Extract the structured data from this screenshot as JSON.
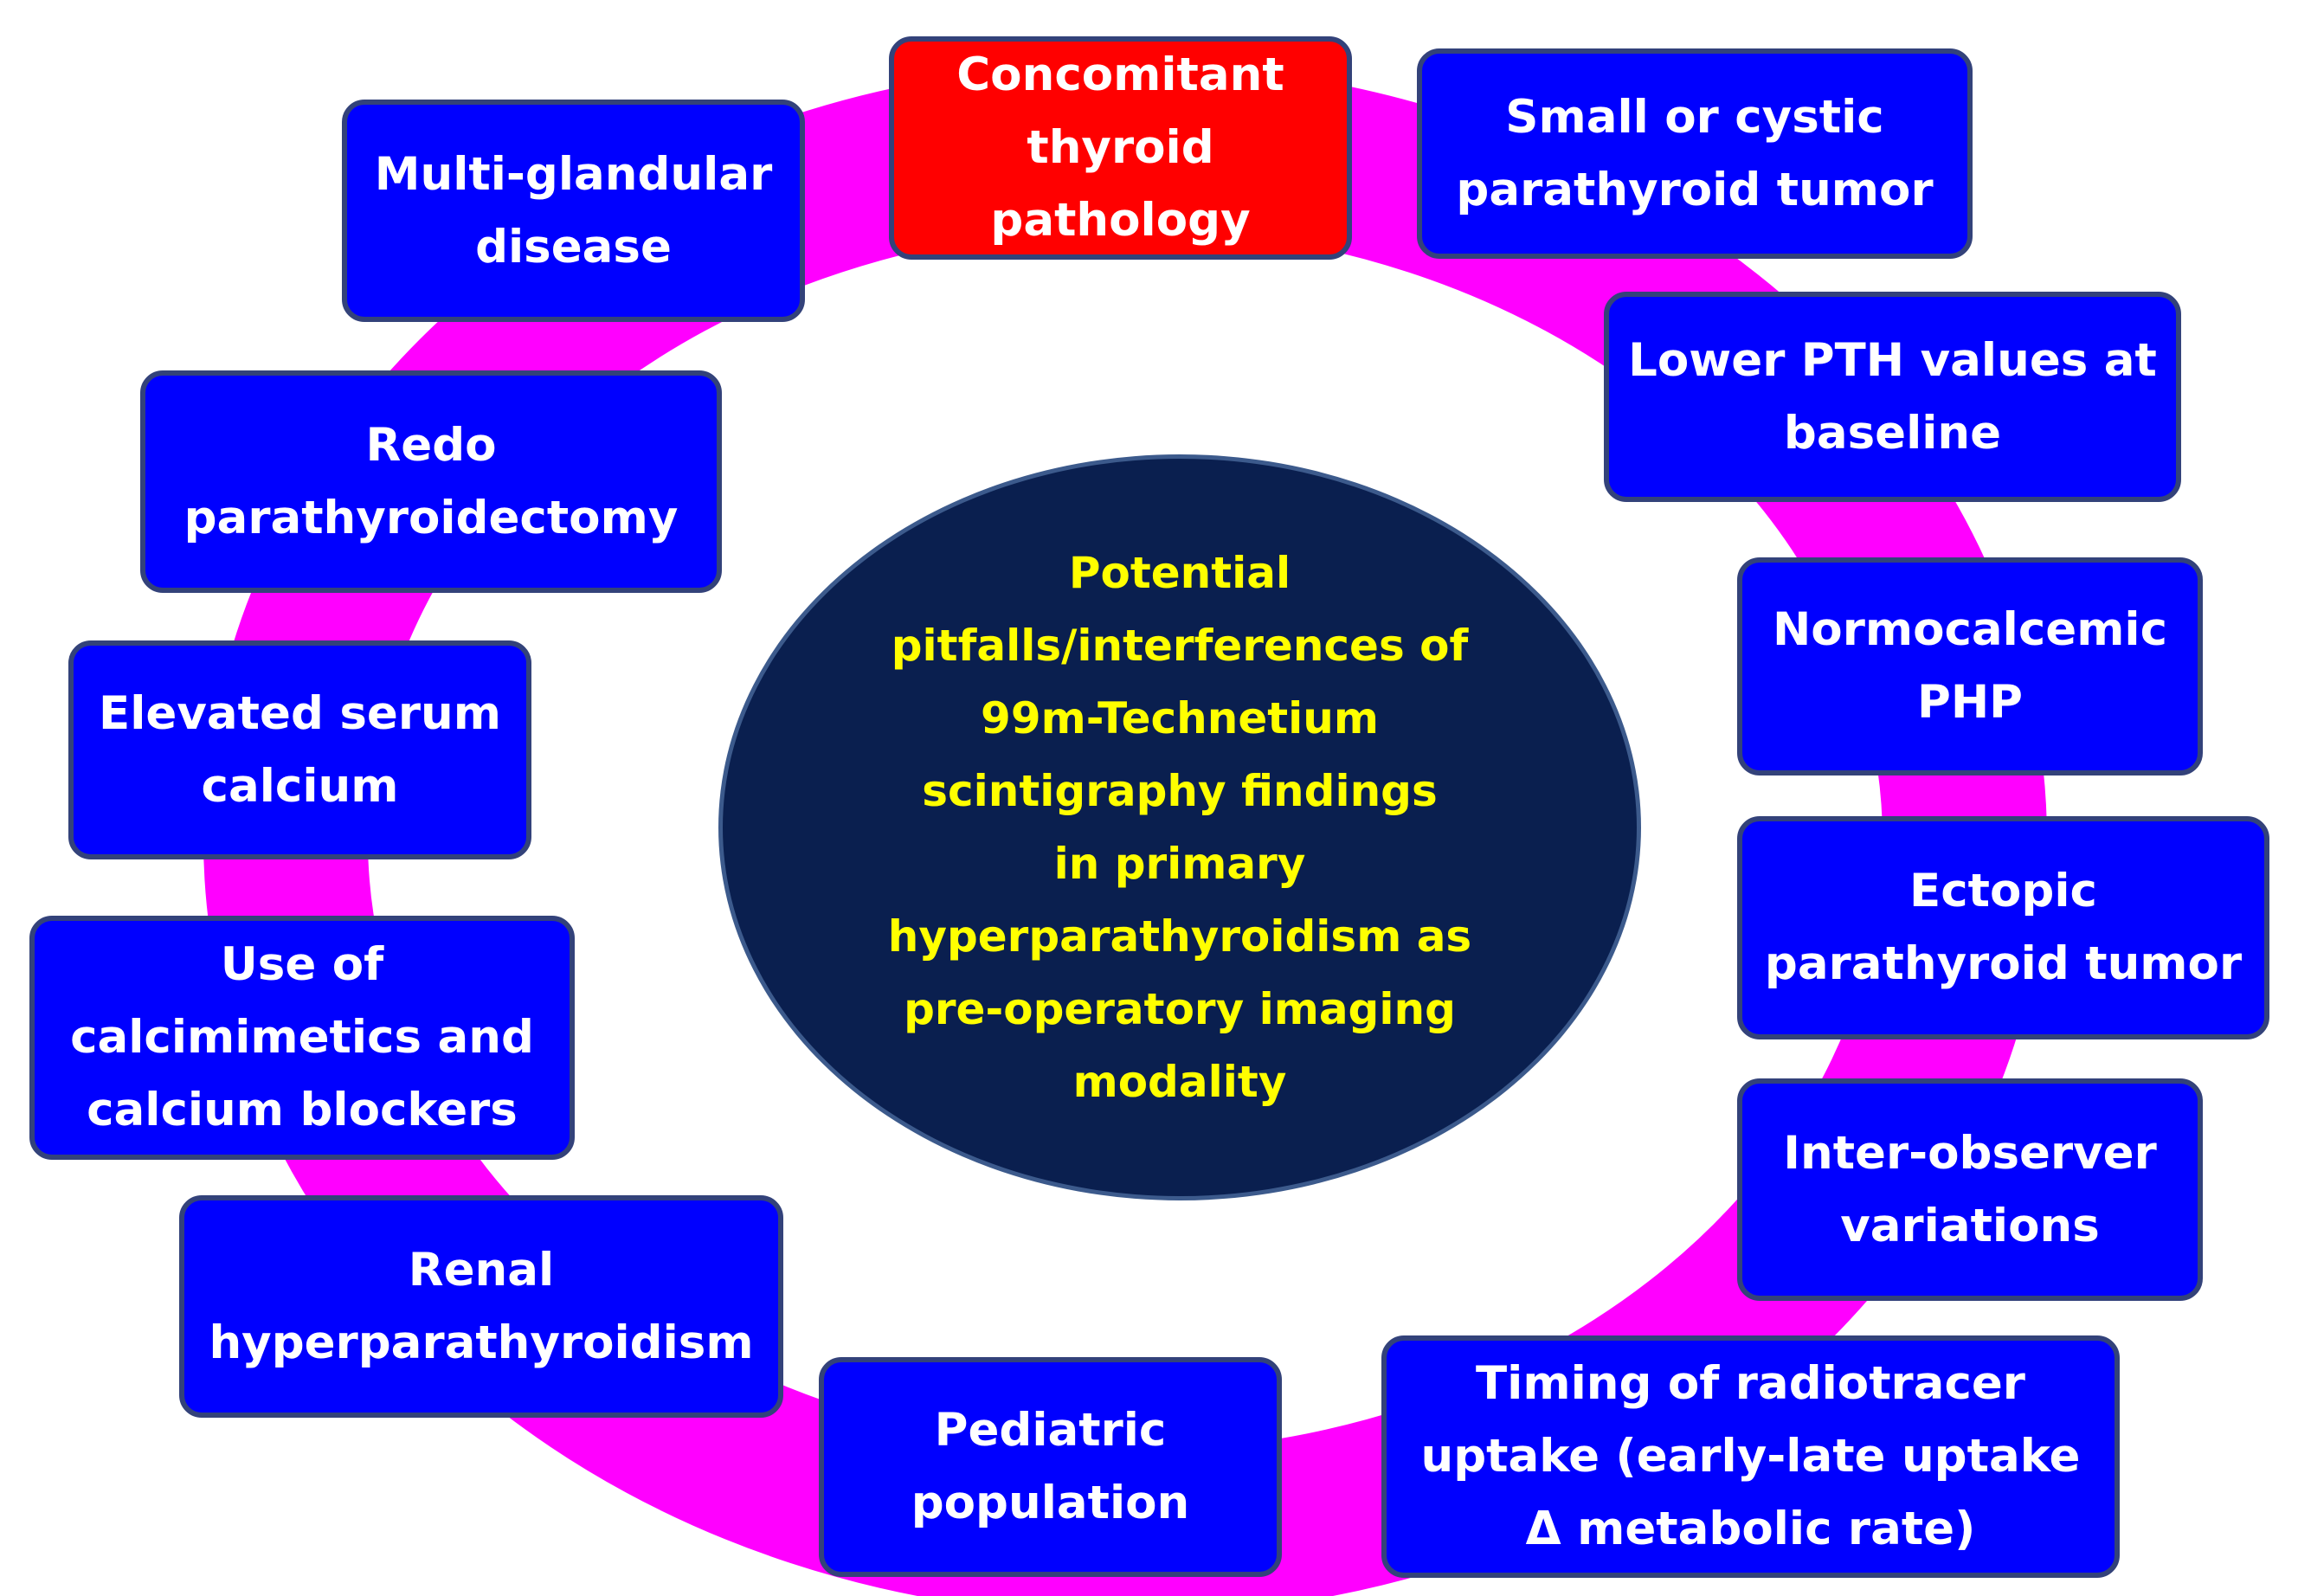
{
  "colors": {
    "ring": "#ff00ff",
    "box_fill": "#0000ff",
    "box_highlight_fill": "#ff0000",
    "box_border": "#33427a",
    "center_fill": "#0a1f4f",
    "center_text": "#ffff00",
    "box_text": "#ffffff"
  },
  "center": {
    "text": "Potential\npitfalls/interferences of\n99m-Technetium\nscintigraphy findings\nin primary\nhyperparathyroidism as\npre-operatory imaging\nmodality"
  },
  "nodes": [
    {
      "id": "concomitant-thyroid-pathology",
      "text": "Concomitant\nthyroid\npathology",
      "highlight": true
    },
    {
      "id": "small-or-cystic-tumor",
      "text": "Small or cystic\nparathyroid tumor",
      "highlight": false
    },
    {
      "id": "lower-pth-values",
      "text": "Lower PTH values at\nbaseline",
      "highlight": false
    },
    {
      "id": "normocalcemic-php",
      "text": "Normocalcemic\nPHP",
      "highlight": false
    },
    {
      "id": "ectopic-tumor",
      "text": "Ectopic\nparathyroid tumor",
      "highlight": false
    },
    {
      "id": "inter-observer",
      "text": "Inter-observer\nvariations",
      "highlight": false
    },
    {
      "id": "timing-radiotracer",
      "text": "Timing of radiotracer\nuptake (early-late uptake\nΔ metabolic rate)",
      "highlight": false
    },
    {
      "id": "pediatric-population",
      "text": "Pediatric\npopulation",
      "highlight": false
    },
    {
      "id": "renal-hpt",
      "text": "Renal\nhyperparathyroidism",
      "highlight": false
    },
    {
      "id": "calcimimetics",
      "text": "Use of\ncalcimimetics and\ncalcium blockers",
      "highlight": false
    },
    {
      "id": "elevated-calcium",
      "text": "Elevated serum\ncalcium",
      "highlight": false
    },
    {
      "id": "redo-surgery",
      "text": "Redo\nparathyroidectomy",
      "highlight": false
    },
    {
      "id": "multi-glandular",
      "text": "Multi-glandular\ndisease",
      "highlight": false
    }
  ]
}
